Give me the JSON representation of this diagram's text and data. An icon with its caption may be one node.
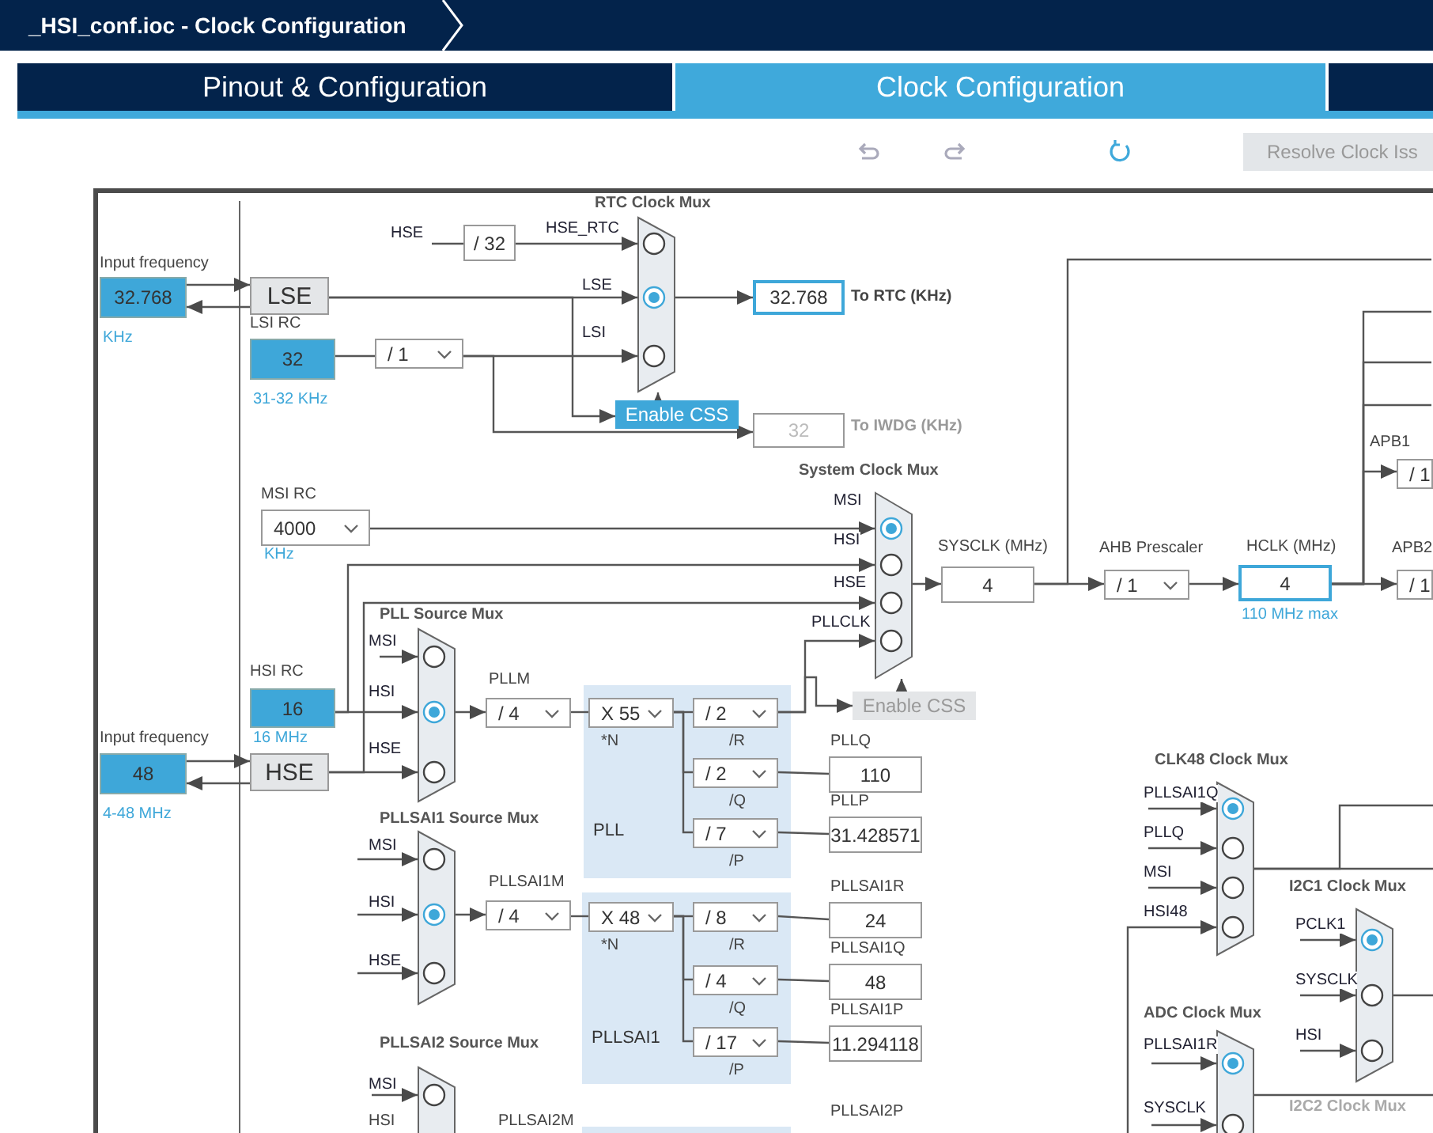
{
  "diagram": {
    "title": "_HSI_conf.ioc - Clock Configuration",
    "nodes": [
      {
        "text": [
          "Pinout & Configuration"
        ]
      },
      {
        "text": [
          "Clock Configuration"
        ]
      },
      {
        "text": [],
        "shape": "box"
      },
      {
        "text": [
          "Resolve Clock Iss"
        ]
      },
      {
        "text": [
          "Input frequency",
          "32.768"
        ],
        "beside": [
          "KHz"
        ]
      },
      {
        "text": [
          "LSE"
        ]
      },
      {
        "text": [
          "LSI RC",
          "32"
        ],
        "beside": [
          "31-32 KHz"
        ]
      },
      {
        "text": [
          "/ 1"
        ]
      },
      {
        "text": [
          "HSE"
        ]
      },
      {
        "text": [
          "/ 32"
        ]
      },
      {
        "text": [
          "RTC Clock Mux"
        ]
      },
      {
        "text": [
          "32.768"
        ],
        "beside": [
          "To RTC (KHz)"
        ]
      },
      {
        "text": [
          "Enable CSS"
        ]
      },
      {
        "text": [
          "32"
        ],
        "beside": [
          "To IWDG (KHz)"
        ]
      },
      {
        "text": [
          "MSI RC",
          "4000"
        ],
        "beside": [
          "KHz"
        ]
      },
      {
        "text": [
          "System Clock Mux"
        ]
      },
      {
        "text": [
          "SYSCLK (MHz)",
          "4"
        ]
      },
      {
        "text": [
          "AHB Prescaler",
          "/ 1"
        ]
      },
      {
        "text": [
          "HCLK (MHz)",
          "4"
        ],
        "beside": [
          "110 MHz max"
        ]
      },
      {
        "text": [
          "APB1",
          "/ 1"
        ]
      },
      {
        "text": [
          "APB2",
          "/ 1"
        ]
      },
      {
        "text": [
          "Enable CSS"
        ]
      },
      {
        "text": [
          "HSI RC",
          "16"
        ],
        "beside": [
          "16 MHz"
        ]
      },
      {
        "text": [
          "HSE"
        ]
      },
      {
        "text": [
          "Input frequency",
          "48"
        ],
        "beside": [
          "4-48 MHz"
        ]
      },
      {
        "text": [
          "PLL Source Mux"
        ]
      },
      {
        "text": [
          "PLLM",
          "/ 4"
        ]
      },
      {
        "text": [
          "PLL"
        ]
      },
      {
        "text": [
          "X 55",
          "*N"
        ],
        "in": 27
      },
      {
        "text": [
          "/ 2",
          "/R"
        ],
        "in": 27
      },
      {
        "text": [
          "/ 2",
          "/Q"
        ],
        "in": 27
      },
      {
        "text": [
          "/ 7",
          "/P"
        ],
        "in": 27
      },
      {
        "text": [
          "PLLQ",
          "110"
        ]
      },
      {
        "text": [
          "PLLP",
          "31.428571"
        ]
      },
      {
        "text": [
          "PLLSAI1 Source Mux"
        ]
      },
      {
        "text": [
          "PLLSAI1M",
          "/ 4"
        ]
      },
      {
        "text": [
          "PLLSAI1"
        ]
      },
      {
        "text": [
          "X 48",
          "*N"
        ],
        "in": 36
      },
      {
        "text": [
          "/ 8",
          "/R"
        ],
        "in": 36
      },
      {
        "text": [
          "/ 4",
          "/Q"
        ],
        "in": 36
      },
      {
        "text": [
          "/ 17",
          "/P"
        ],
        "in": 36
      },
      {
        "text": [
          "PLLSAI1R",
          "24"
        ]
      },
      {
        "text": [
          "PLLSAI1Q",
          "48"
        ]
      },
      {
        "text": [
          "PLLSAI1P",
          "11.294118"
        ]
      },
      {
        "text": [
          "PLLSAI2 Source Mux"
        ]
      },
      {
        "text": [],
        "shape": "box"
      },
      {
        "text": [
          "CLK48 Clock Mux"
        ]
      },
      {
        "text": [
          "I2C1 Clock Mux"
        ]
      },
      {
        "text": [
          "ADC Clock Mux"
        ]
      }
    ],
    "edges": [
      {
        "from": 4,
        "to": 5,
        "arrow": "to"
      },
      {
        "from": 5,
        "to": 4,
        "arrow": "to"
      },
      {
        "from": 24,
        "to": 23,
        "arrow": "to"
      },
      {
        "from": 23,
        "to": 24,
        "arrow": "to"
      },
      {
        "from": 8,
        "to": 9,
        "arrow": "none"
      },
      {
        "from": 9,
        "to": 10,
        "arrow": "to",
        "label": "HSE_RTC"
      },
      {
        "from": 5,
        "to": 10,
        "arrow": "to",
        "label": "LSE"
      },
      {
        "from": 6,
        "to": 7,
        "arrow": "none"
      },
      {
        "from": 7,
        "to": 10,
        "arrow": "to",
        "label": "LSI"
      },
      {
        "from": 5,
        "to": 12,
        "arrow": "to"
      },
      {
        "from": 12,
        "to": 10,
        "arrow": "to"
      },
      {
        "from": 7,
        "to": 13,
        "arrow": "to"
      },
      {
        "from": 10,
        "to": 11,
        "arrow": "to"
      },
      {
        "from": 14,
        "to": 15,
        "arrow": "to",
        "label": "MSI"
      },
      {
        "from": 22,
        "to": 15,
        "arrow": "to",
        "label": "HSI"
      },
      {
        "from": 23,
        "to": 15,
        "arrow": "to",
        "label": "HSE"
      },
      {
        "from": 29,
        "to": 15,
        "arrow": "to",
        "label": "PLLCLK"
      },
      {
        "from": 29,
        "to": 21,
        "arrow": "to"
      },
      {
        "from": 21,
        "to": 15,
        "arrow": "to"
      },
      {
        "from": 15,
        "to": 16,
        "arrow": "to"
      },
      {
        "from": 16,
        "to": 17,
        "arrow": "to"
      },
      {
        "from": 17,
        "to": 18,
        "arrow": "to"
      },
      {
        "from": 18,
        "to": 19,
        "arrow": "to"
      },
      {
        "from": 18,
        "to": 20,
        "arrow": "to"
      },
      {
        "from": 16,
        "to": null,
        "arrow": "none"
      },
      {
        "from": 18,
        "to": null,
        "arrow": "none"
      },
      {
        "from": 18,
        "to": null,
        "arrow": "none"
      },
      {
        "from": 18,
        "to": null,
        "arrow": "none"
      },
      {
        "from": null,
        "to": 25,
        "arrow": "to",
        "label": "MSI"
      },
      {
        "from": 22,
        "to": 25,
        "arrow": "to",
        "label": "HSI"
      },
      {
        "from": 23,
        "to": 25,
        "arrow": "to",
        "label": "HSE"
      },
      {
        "from": 25,
        "to": 26,
        "arrow": "to"
      },
      {
        "from": 26,
        "to": 28,
        "arrow": "none"
      },
      {
        "from": 28,
        "to": 29,
        "arrow": "none"
      },
      {
        "from": 28,
        "to": 30,
        "arrow": "none"
      },
      {
        "from": 28,
        "to": 31,
        "arrow": "none"
      },
      {
        "from": 30,
        "to": 32,
        "arrow": "none"
      },
      {
        "from": 31,
        "to": 33,
        "arrow": "none"
      },
      {
        "from": null,
        "to": 34,
        "arrow": "to",
        "label": "MSI"
      },
      {
        "from": null,
        "to": 34,
        "arrow": "to",
        "label": "HSI"
      },
      {
        "from": null,
        "to": 34,
        "arrow": "to",
        "label": "HSE"
      },
      {
        "from": 34,
        "to": 35,
        "arrow": "to"
      },
      {
        "from": 35,
        "to": 37,
        "arrow": "none"
      },
      {
        "from": 37,
        "to": 38,
        "arrow": "none"
      },
      {
        "from": 37,
        "to": 39,
        "arrow": "none"
      },
      {
        "from": 37,
        "to": 40,
        "arrow": "none"
      },
      {
        "from": 38,
        "to": 41,
        "arrow": "none"
      },
      {
        "from": 39,
        "to": 42,
        "arrow": "none"
      },
      {
        "from": 40,
        "to": 43,
        "arrow": "none"
      },
      {
        "from": null,
        "to": 44,
        "arrow": "to",
        "label": "MSI"
      },
      {
        "from": null,
        "to": 46,
        "arrow": "to",
        "label": "PLLSAI1Q"
      },
      {
        "from": null,
        "to": 46,
        "arrow": "to",
        "label": "PLLQ"
      },
      {
        "from": null,
        "to": 46,
        "arrow": "to",
        "label": "MSI"
      },
      {
        "from": null,
        "to": 46,
        "arrow": "to",
        "label": "HSI48"
      },
      {
        "from": 46,
        "to": null,
        "arrow": "none"
      },
      {
        "from": 46,
        "to": null,
        "arrow": "none"
      },
      {
        "from": null,
        "to": 47,
        "arrow": "to",
        "label": "PCLK1"
      },
      {
        "from": null,
        "to": 47,
        "arrow": "to",
        "label": "SYSCLK"
      },
      {
        "from": null,
        "to": 47,
        "arrow": "to",
        "label": "HSI"
      },
      {
        "from": 47,
        "to": null,
        "arrow": "none"
      },
      {
        "from": null,
        "to": 48,
        "arrow": "to",
        "label": "PLLSAI1R"
      },
      {
        "from": null,
        "to": 48,
        "arrow": "to",
        "label": "SYSCLK"
      },
      {
        "from": 48,
        "to": null,
        "arrow": "none"
      }
    ],
    "labels": [
      "PLLSAI2M",
      "PLLSAI2P",
      "HSI",
      "I2C2 Clock Mux"
    ]
  }
}
